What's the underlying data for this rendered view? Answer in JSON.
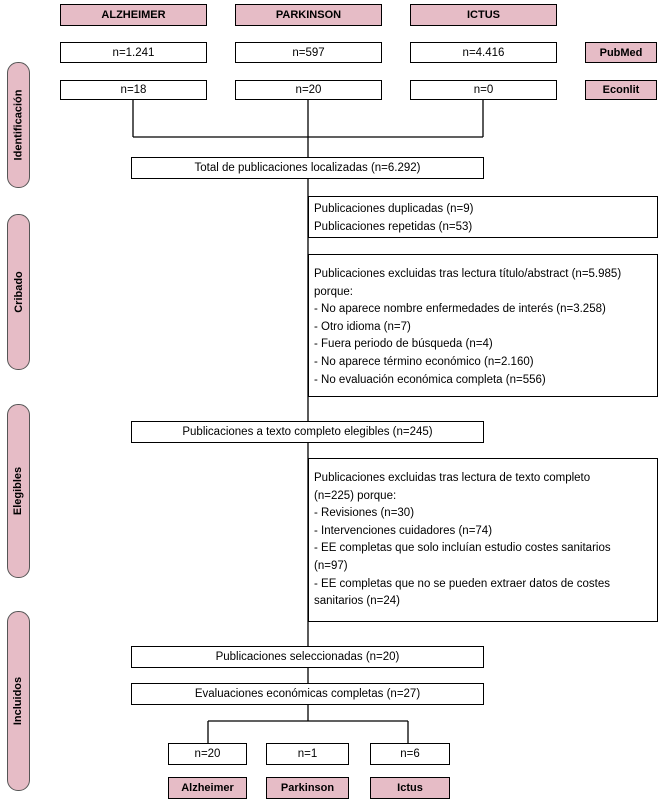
{
  "sources": {
    "alzheimer": "ALZHEIMER",
    "parkinson": "PARKINSON",
    "ictus": "ICTUS",
    "pubmed": "PubMed",
    "econlit": "Econlit"
  },
  "pubmed_counts": {
    "alzheimer": "n=1.241",
    "parkinson": "n=597",
    "ictus": "n=4.416"
  },
  "econlit_counts": {
    "alzheimer": "n=18",
    "parkinson": "n=20",
    "ictus": "n=0"
  },
  "stages": {
    "identificacion": "Identificación",
    "cribado": "Cribado",
    "elegibles": "Elegibles",
    "incluidos": "Incluidos"
  },
  "total": "Total de publicaciones localizadas (n=6.292)",
  "duplicates": [
    "Publicaciones duplicadas (n=9)",
    "Publicaciones repetidas (n=53)"
  ],
  "excluded_title": [
    "Publicaciones excluidas tras lectura título/abstract (n=5.985)",
    "porque:",
    "- No aparece nombre enfermedades de interés (n=3.258)",
    "- Otro idioma (n=7)",
    "- Fuera periodo de búsqueda (n=4)",
    "- No aparece término económico (n=2.160)",
    "- No evaluación económica completa (n=556)"
  ],
  "eligible": "Publicaciones a texto completo elegibles (n=245)",
  "excluded_full": [
    "Publicaciones excluidas tras lectura de texto completo",
    "(n=225) porque:",
    "- Revisiones (n=30)",
    "- Intervenciones cuidadores (n=74)",
    "- EE completas que solo incluían estudio costes sanitarios",
    "(n=97)",
    "- EE completas que no se pueden extraer datos de costes",
    "sanitarios (n=24)"
  ],
  "selected": "Publicaciones seleccionadas (n=20)",
  "complete": "Evaluaciones económicas completas (n=27)",
  "final_counts": {
    "alzheimer": "n=20",
    "parkinson": "n=1",
    "ictus": "n=6"
  },
  "final_labels": {
    "alzheimer": "Alzheimer",
    "parkinson": "Parkinson",
    "ictus": "Ictus"
  }
}
